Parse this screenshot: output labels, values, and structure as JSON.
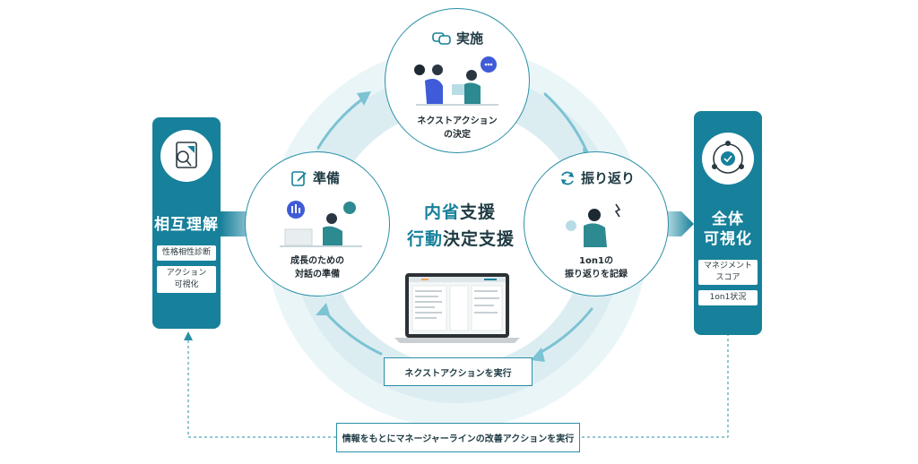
{
  "left_panel": {
    "title": "相互理解",
    "tags": [
      "性格相性診断",
      "アクション\n可視化"
    ]
  },
  "right_panel": {
    "title_line1": "全体",
    "title_line2": "可視化",
    "tags": [
      "マネジメント\nスコア",
      "1on1状況"
    ]
  },
  "nodes": {
    "top": {
      "label": "実施",
      "caption_line1": "ネクストアクション",
      "caption_line2": "の決定"
    },
    "left": {
      "label": "準備",
      "caption_line1": "成長のための",
      "caption_line2": "対話の準備"
    },
    "right": {
      "label": "振り返り",
      "caption_line1": "1on1の",
      "caption_line2": "振り返りを記録"
    }
  },
  "center": {
    "line1_accent": "内省",
    "line1_rest": "支援",
    "line2_accent": "行動",
    "line2_rest": "決定支援"
  },
  "execute_box": "ネクストアクションを実行",
  "bottom_box": "情報をもとにマネージャーラインの改善アクションを実行",
  "colors": {
    "primary": "#17809a",
    "ring": "#d9eef3",
    "accent_text": "#17809a"
  }
}
